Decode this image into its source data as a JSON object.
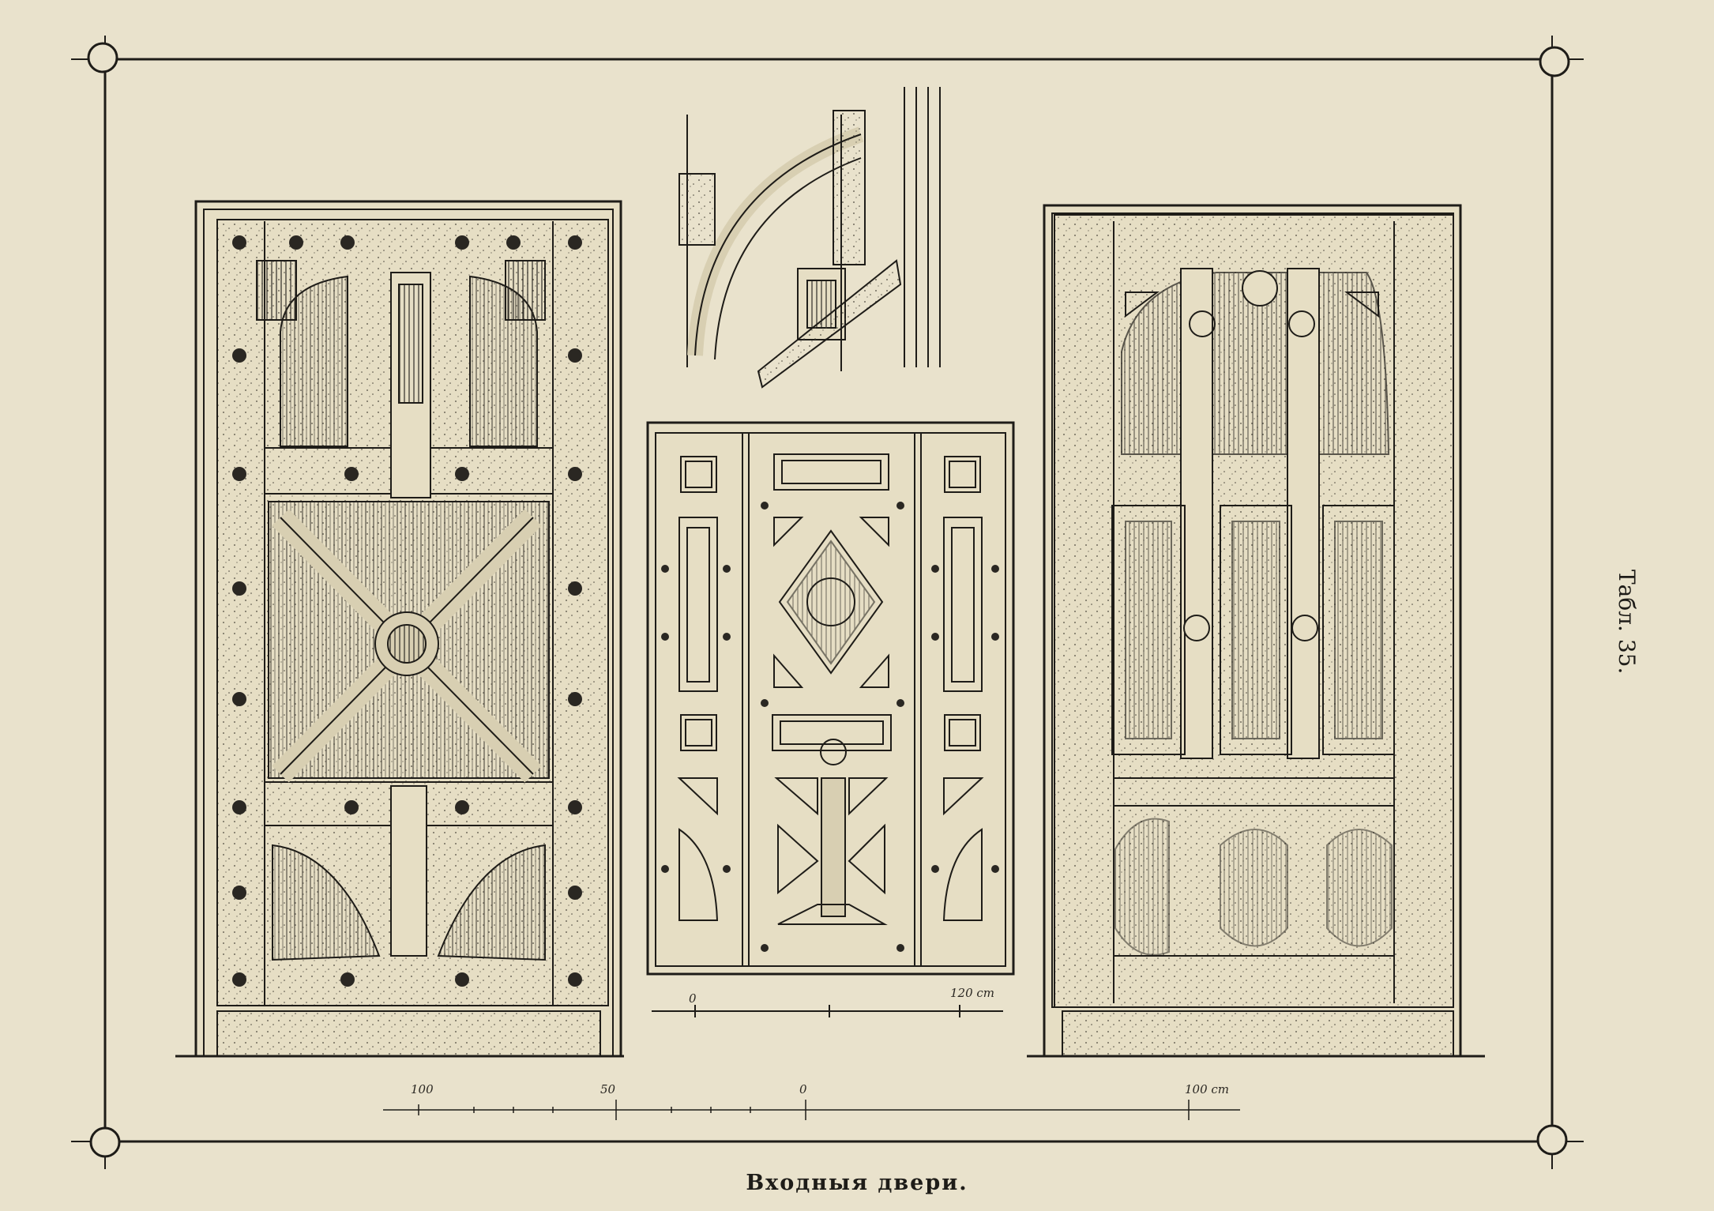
{
  "caption": "Входныя двери.",
  "plate_number": "Табл. 35.",
  "scales": {
    "center": {
      "zero": "0",
      "end": "120 cm"
    },
    "bottom": {
      "left": "100",
      "mid": "50",
      "zero": "0",
      "right": "100 cm"
    }
  },
  "colors": {
    "paper": "#e9e2cc",
    "ink": "#1e1c18",
    "wood": "#b9ab88"
  }
}
